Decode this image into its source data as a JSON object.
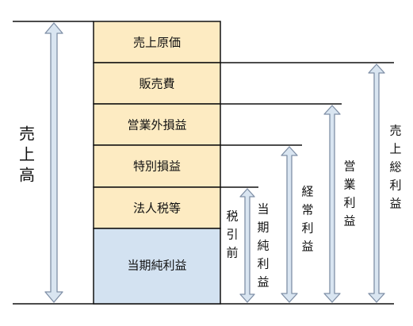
{
  "stack": {
    "boxes": [
      {
        "label": "売上原価",
        "color": "#fdebc2"
      },
      {
        "label": "販売費",
        "color": "#fdebc2"
      },
      {
        "label": "営業外損益",
        "color": "#fdebc2"
      },
      {
        "label": "特別損益",
        "color": "#fdebc2"
      },
      {
        "label": "法人税等",
        "color": "#fdebc2"
      },
      {
        "label": "当期純利益",
        "color": "#d3e2f1"
      }
    ]
  },
  "labels": {
    "sales": [
      "売",
      "上",
      "高"
    ],
    "pretax": [
      "税",
      "引",
      "前"
    ],
    "net_income": [
      "当",
      "期",
      "純",
      "利",
      "益"
    ],
    "ordinary_income": [
      "経",
      "常",
      "利",
      "益"
    ],
    "operating_income": [
      "営",
      "業",
      "利",
      "益"
    ],
    "gross_profit": [
      "売",
      "上",
      "総",
      "利",
      "益"
    ]
  },
  "colors": {
    "arrow_fill": "#d9e5f1",
    "arrow_stroke": "#7f8fa6",
    "line": "#111111"
  }
}
